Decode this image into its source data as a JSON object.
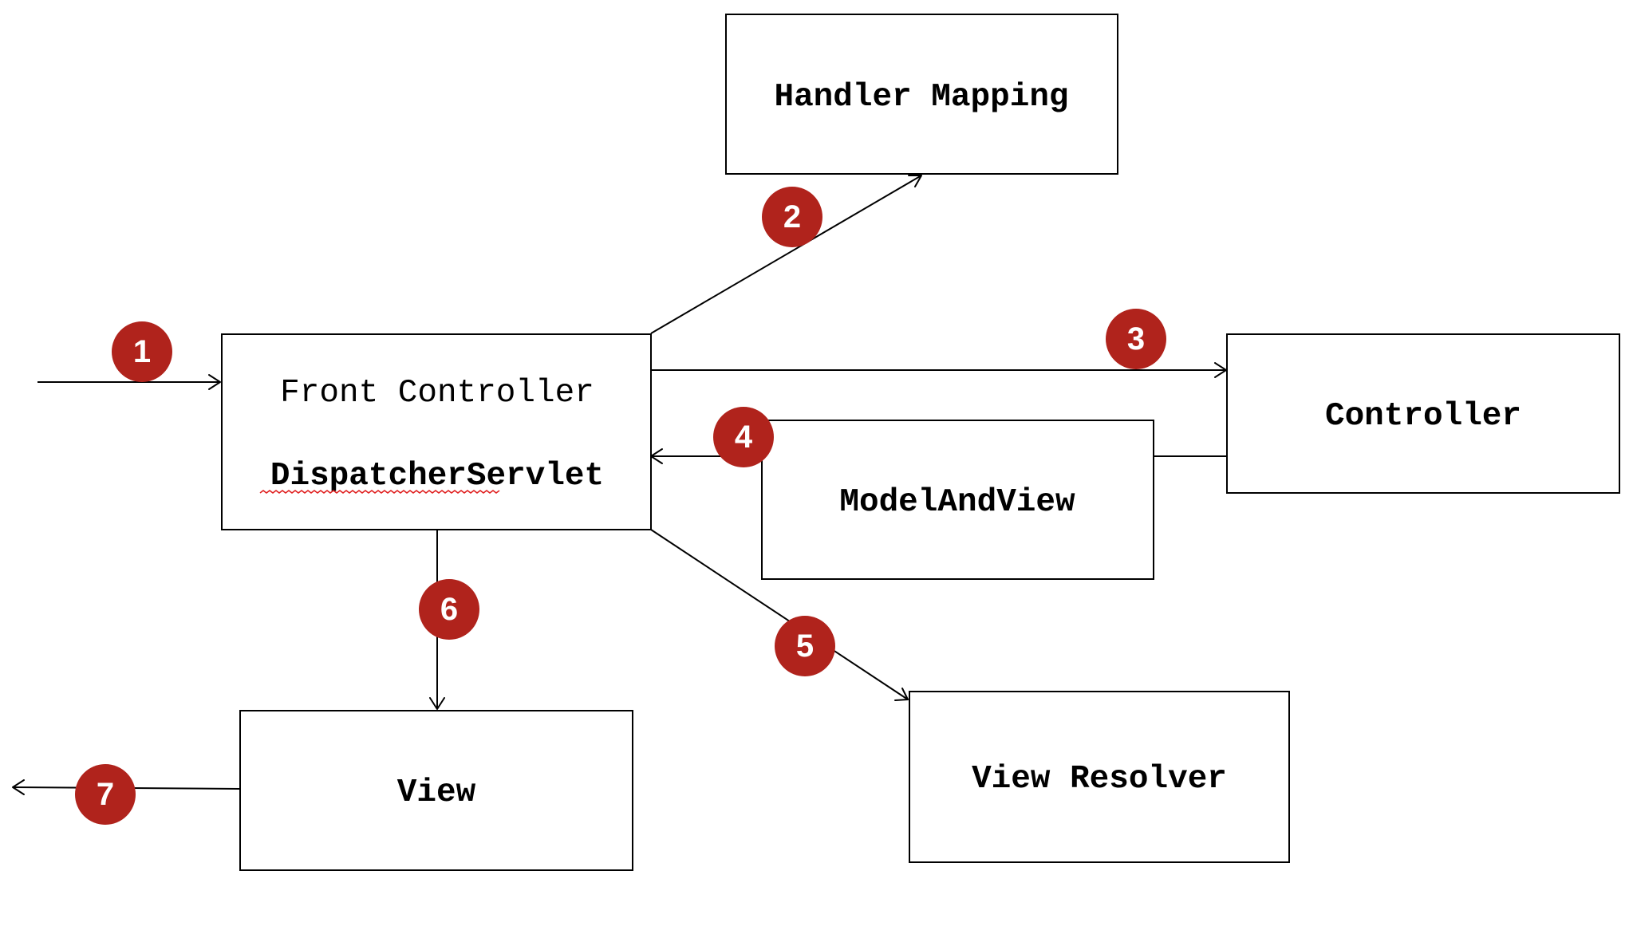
{
  "boxes": {
    "front_controller": {
      "subtitle": "Front Controller",
      "title": "DispatcherServlet"
    },
    "handler_mapping": {
      "label": "Handler Mapping"
    },
    "controller": {
      "label": "Controller"
    },
    "model_and_view": {
      "label": "ModelAndView"
    },
    "view": {
      "label": "View"
    },
    "view_resolver": {
      "label": "View Resolver"
    }
  },
  "steps": [
    "1",
    "2",
    "3",
    "4",
    "5",
    "6",
    "7"
  ],
  "colors": {
    "badge": "#b0231c",
    "badge_text": "#ffffff",
    "line": "#000000",
    "spellcheck_underline": "#e02020"
  }
}
